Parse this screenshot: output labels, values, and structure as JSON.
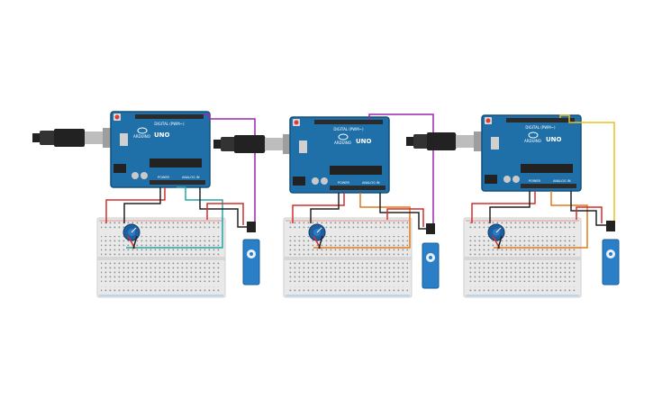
{
  "board": {
    "logo_text": "UNO",
    "brand_text": "ARDUINO",
    "digital_header": "DIGITAL (PWM~)",
    "power_label": "POWER",
    "analog_label": "ANALOG IN"
  },
  "circuits": [
    {
      "id": "circuit-1",
      "signal_wire_color": "#9c27b0",
      "pot_wire_color": "#26a6a6"
    },
    {
      "id": "circuit-2",
      "signal_wire_color": "#9c27b0",
      "pot_wire_color": "#e07b1a"
    },
    {
      "id": "circuit-3",
      "signal_wire_color": "#e8c020",
      "pot_wire_color": "#e07b1a"
    }
  ],
  "colors": {
    "board_blue": "#1f6fa8",
    "board_edge": "#15507a",
    "breadboard": "#e9e9e9",
    "servo_blue": "#2a7fc6",
    "red_wire": "#d32f2f",
    "black_wire": "#222222"
  }
}
